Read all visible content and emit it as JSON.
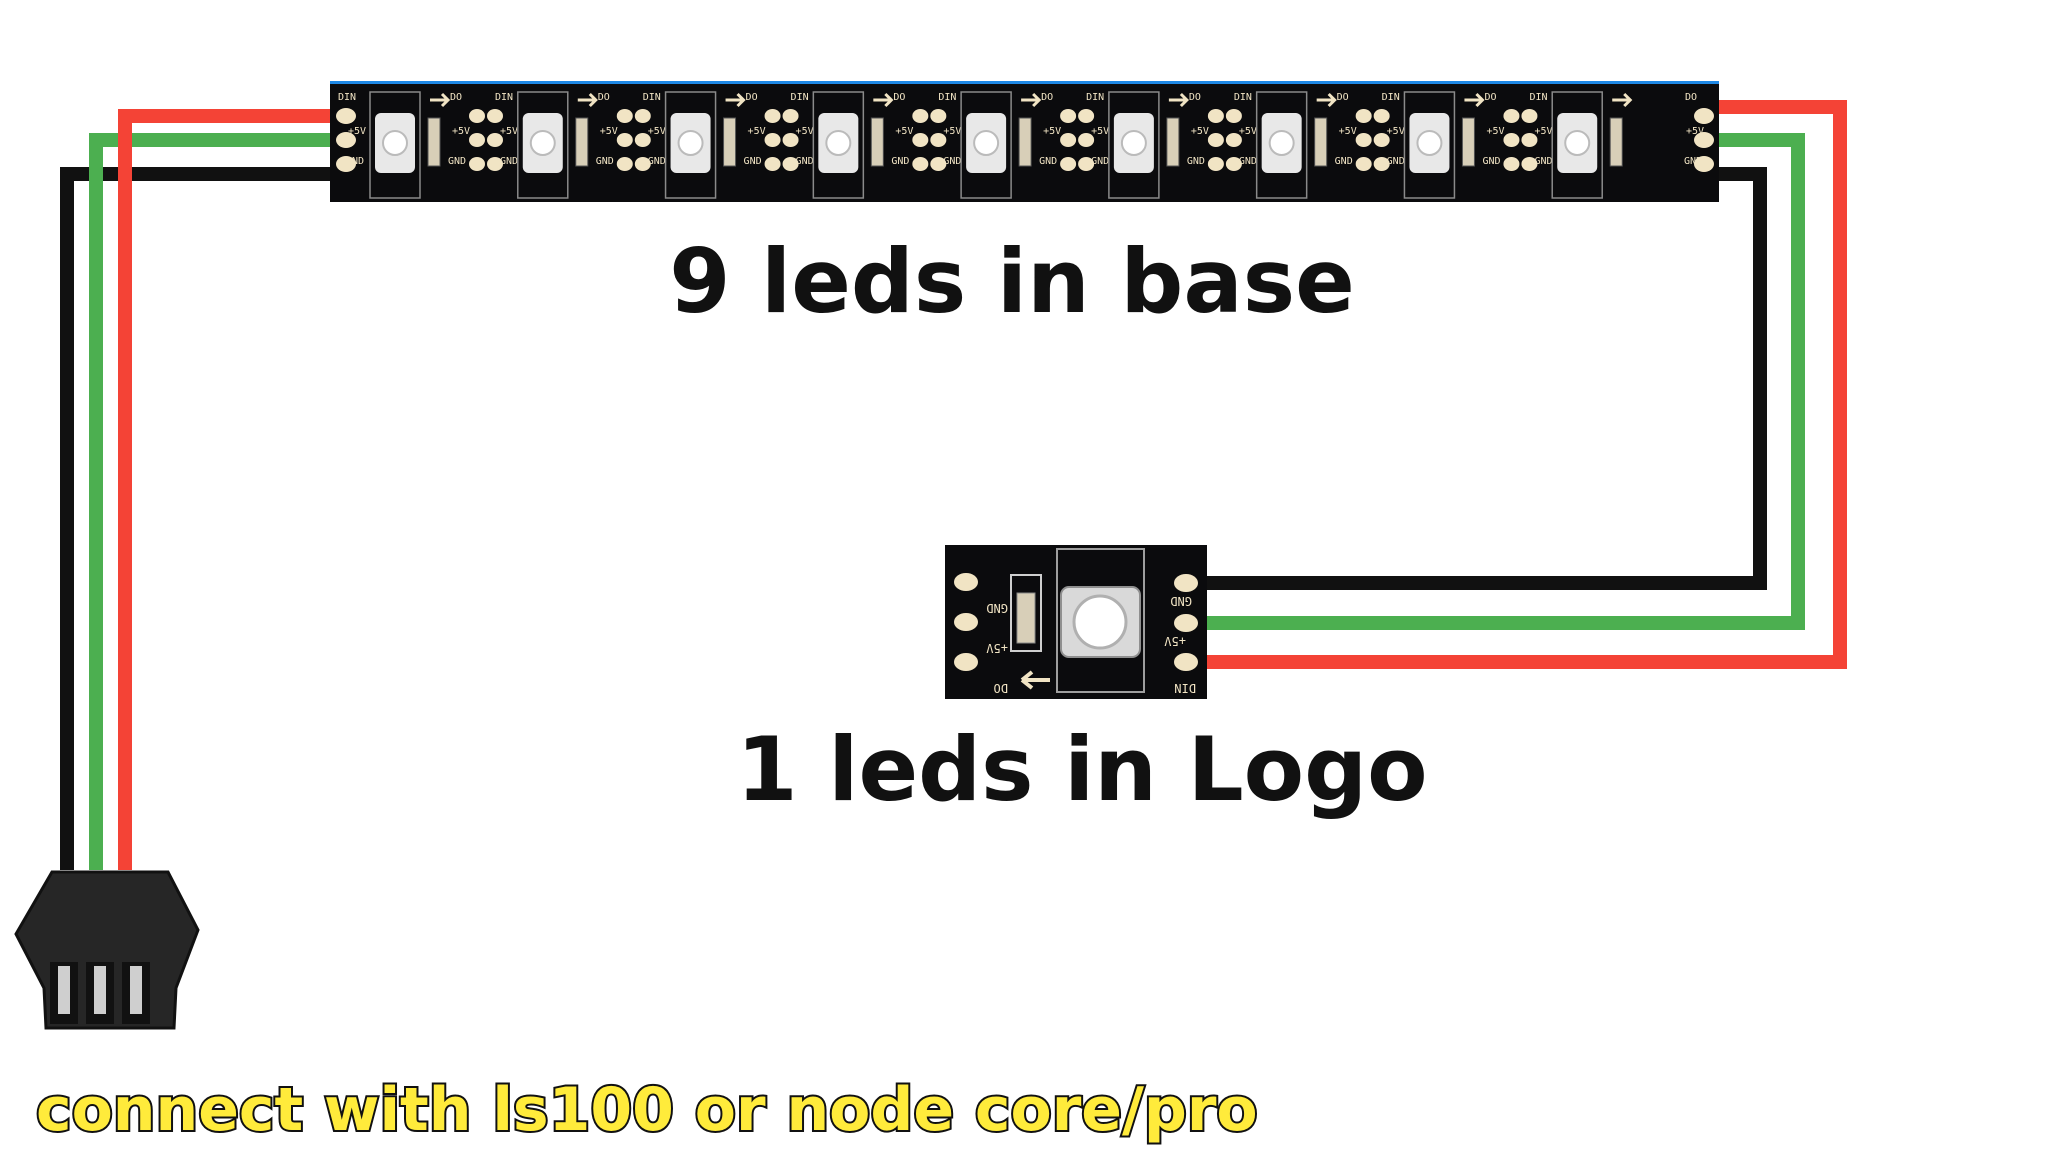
{
  "labels": {
    "strip_title": "9 leds in base",
    "logo_title": "1 leds in Logo",
    "connector_caption": "connect with ls100 or node core/pro"
  },
  "strip": {
    "led_count": 9,
    "pad_labels": {
      "din": "DIN",
      "do": "DO",
      "vcc": "+5V",
      "gnd": "GND"
    }
  },
  "logo_board": {
    "pad_labels": {
      "gnd": "GND",
      "vcc": "+5V",
      "din": "DIN",
      "do": "DO"
    }
  },
  "wires": {
    "red": "#f44336",
    "green": "#4caf50",
    "black": "#111111"
  },
  "colors": {
    "pcb": "#0b0b0d",
    "pad": "#f1e4c4",
    "strip_edge": "#1e88e5"
  }
}
